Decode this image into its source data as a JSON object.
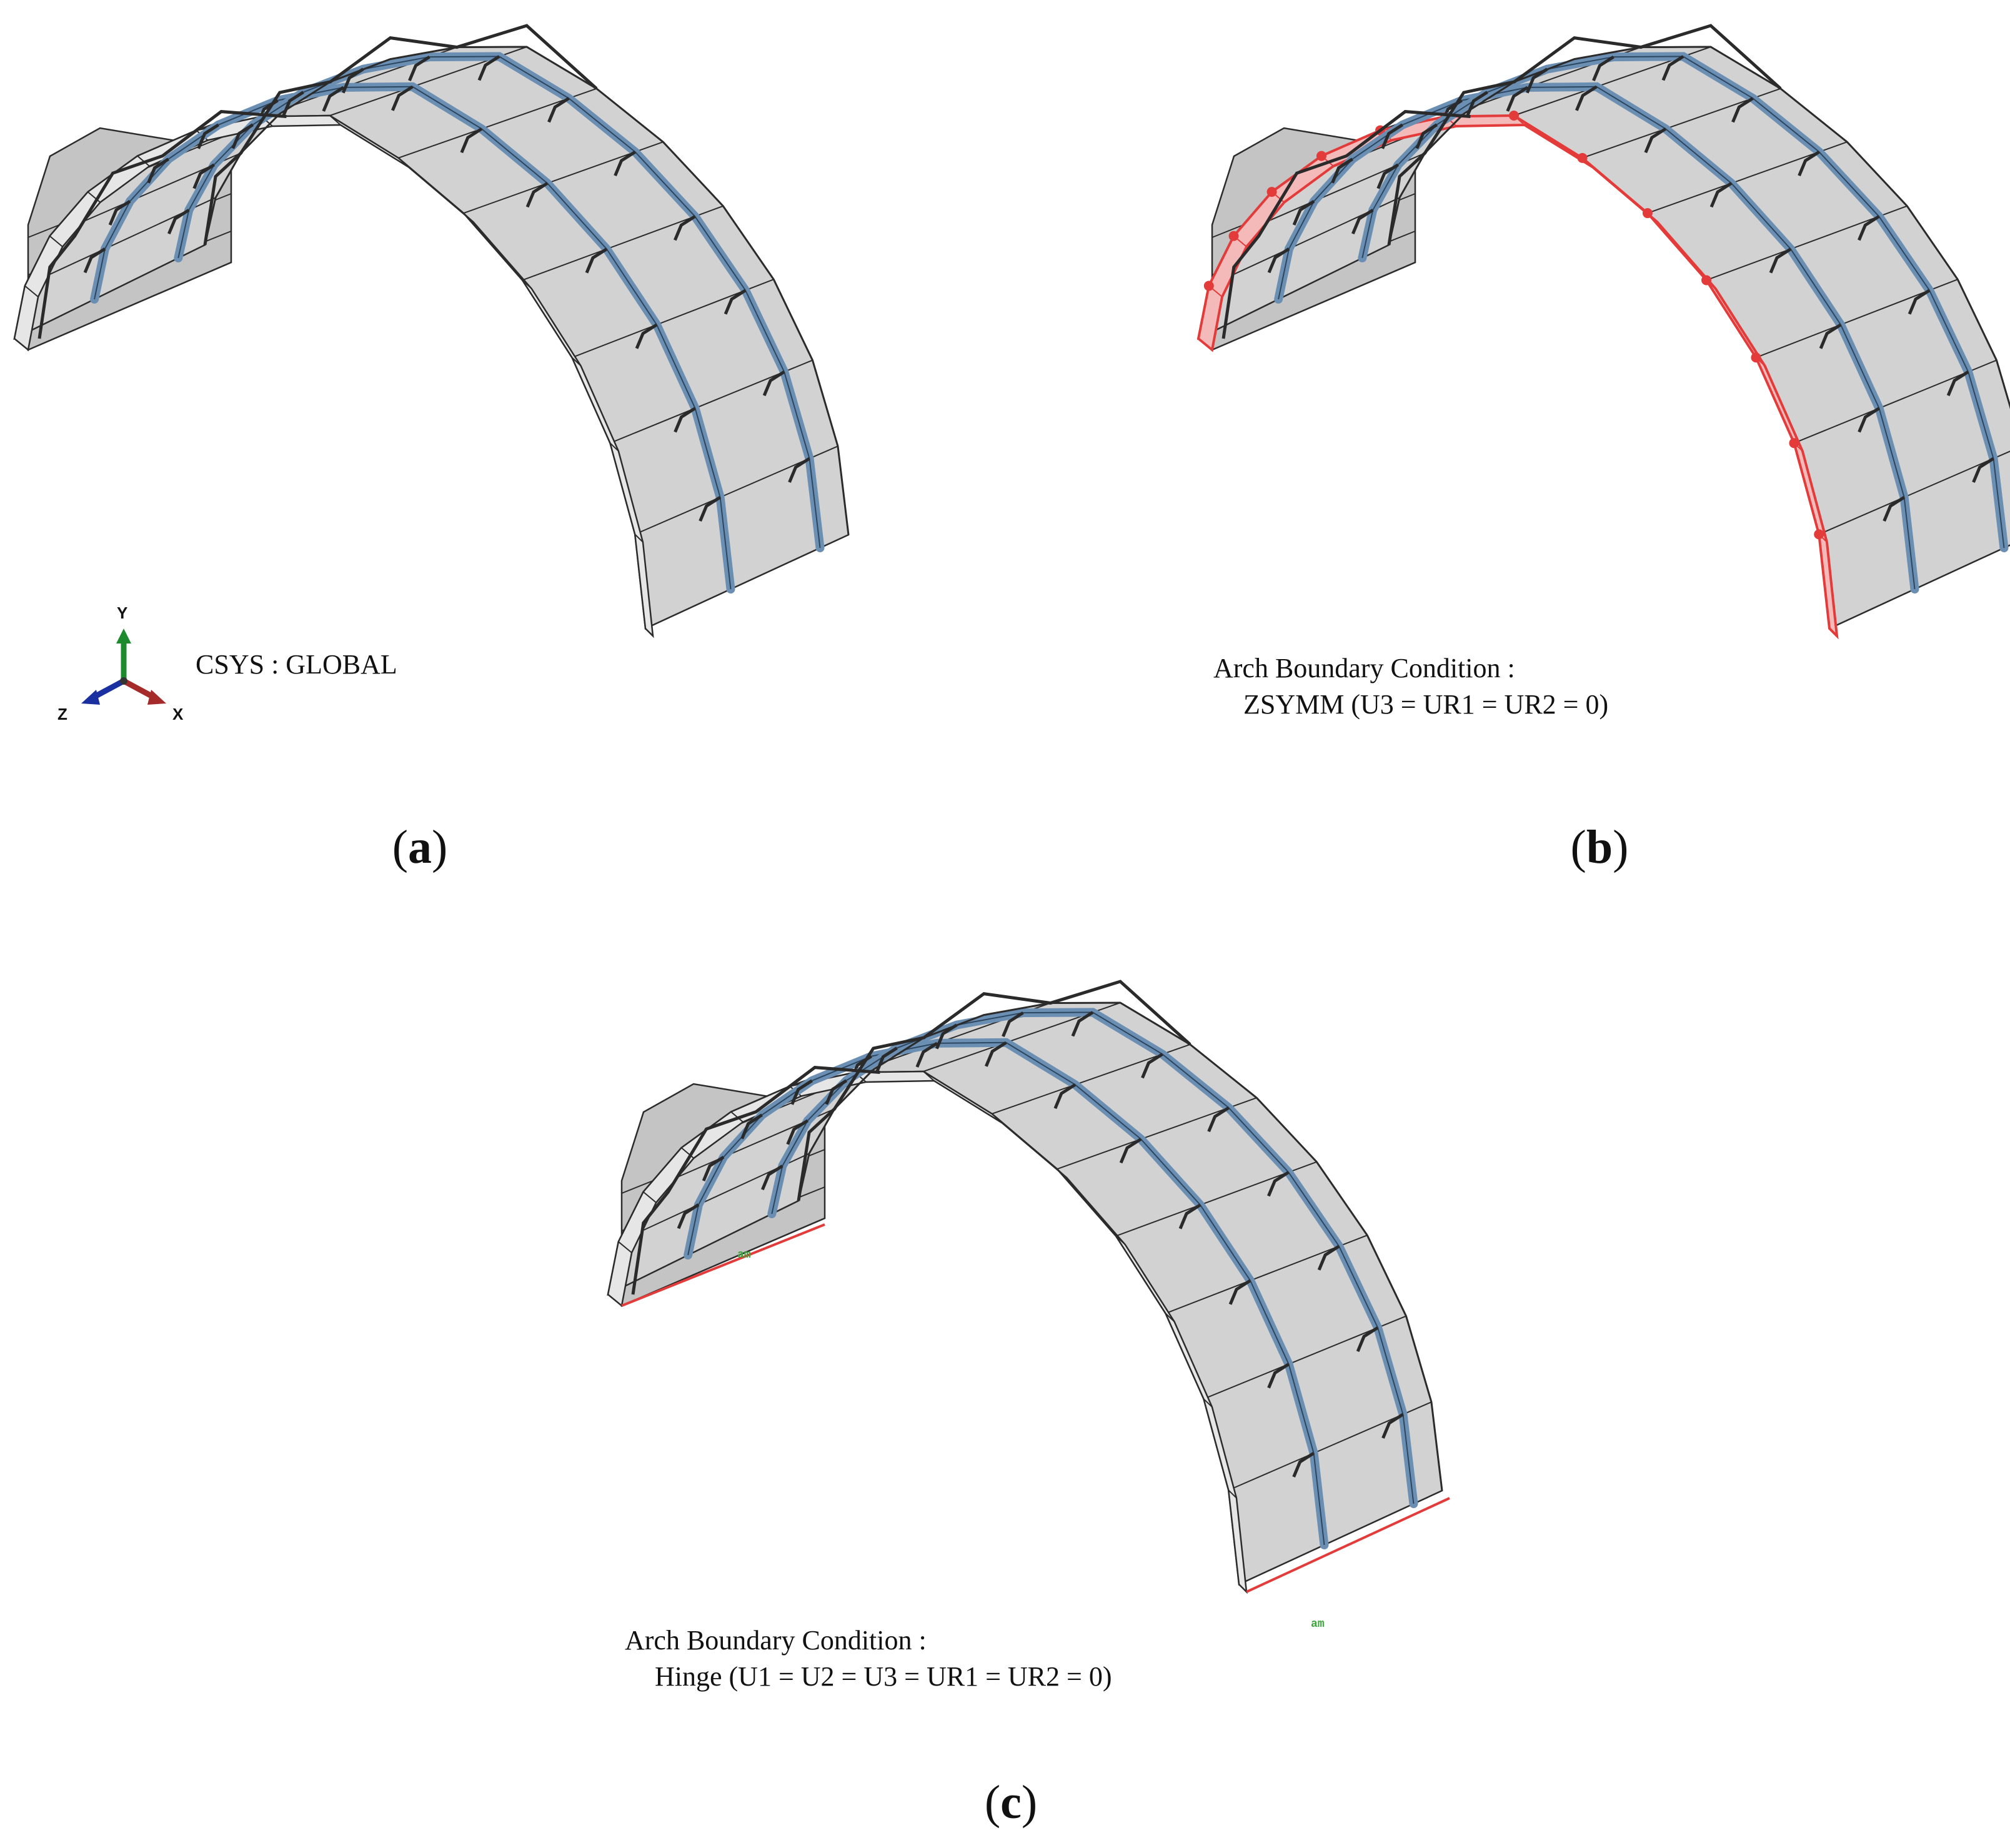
{
  "colors": {
    "panel_fill": "#d2d2d2",
    "panel_edge": "#2b2b2b",
    "rail": "#6b8fb3",
    "bracket": "#2a2a2a",
    "highlight": "#e33a3a",
    "highlight_fill": "#f4b9b9",
    "tag_green": "#3aa53a",
    "axis_x": "#a52a2a",
    "axis_y": "#1e8a2e",
    "axis_z": "#1a2fa0"
  },
  "panels": [
    {
      "id": "a",
      "letter": "a",
      "annotation_lines": [
        "CSYS : GLOBAL"
      ],
      "highlight": "none"
    },
    {
      "id": "b",
      "letter": "b",
      "annotation_lines": [
        "Arch Boundary Condition :",
        "ZSYMM (U3 = UR1 = UR2 = 0)"
      ],
      "highlight": "end-arch"
    },
    {
      "id": "c",
      "letter": "c",
      "annotation_lines": [
        "Arch Boundary Condition :",
        "Hinge (U1 = U2 = U3 = UR1 = UR2 = 0)"
      ],
      "highlight": "base-edges"
    }
  ],
  "axis_triad": {
    "y_label": "Y",
    "x_label": "X",
    "z_label": "Z"
  },
  "tags": [
    "am",
    "am"
  ]
}
